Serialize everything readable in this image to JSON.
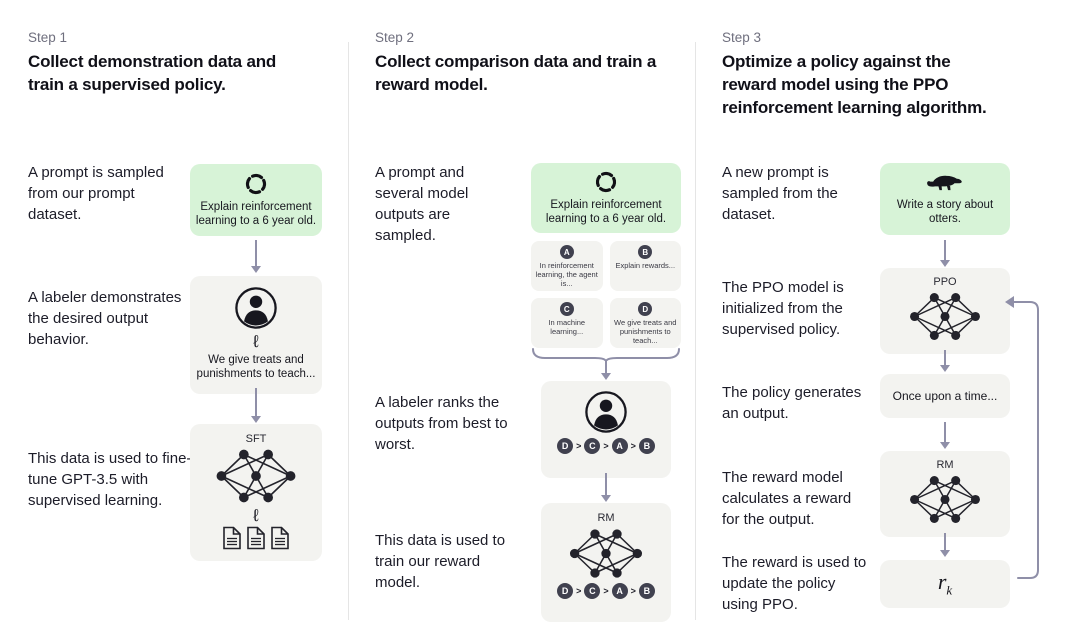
{
  "palette": {
    "green_box": "#d7f3d7",
    "gray_box": "#f3f3f0",
    "badge": "#40414f",
    "arrow": "#8f8fa8",
    "divider": "#e5e5e5",
    "step_label": "#6f6f7e",
    "text": "#1b1b26"
  },
  "icons": {
    "pen_glyph": "ℓ",
    "rank_separator": ">"
  },
  "step1": {
    "label": "Step 1",
    "title": "Collect demonstration data and train a supervised policy.",
    "texts": {
      "prompt": "A prompt is sampled from our prompt dataset.",
      "labeler": "A labeler demonstrates the desired output behavior.",
      "data": "This data is used to fine-tune GPT-3.5 with supervised learning."
    },
    "prompt_box": {
      "text": "Explain reinforcement learning to a 6 year old."
    },
    "labeler_box": {
      "text": "We give treats and punishments to teach..."
    },
    "model_box": {
      "label": "SFT"
    }
  },
  "step2": {
    "label": "Step 2",
    "title": "Collect comparison data and train a reward model.",
    "texts": {
      "prompt": "A prompt and several model outputs are sampled.",
      "labeler": "A labeler ranks the outputs from best to worst.",
      "data": "This data is used to train our reward model."
    },
    "prompt_box": {
      "text": "Explain reinforcement learning to a 6 year old."
    },
    "outputs": [
      {
        "letter": "A",
        "text": "In reinforcement learning, the agent is..."
      },
      {
        "letter": "B",
        "text": "Explain rewards..."
      },
      {
        "letter": "C",
        "text": "In machine learning..."
      },
      {
        "letter": "D",
        "text": "We give treats and punishments to teach..."
      }
    ],
    "ranking": [
      "D",
      "C",
      "A",
      "B"
    ],
    "model_box": {
      "label": "RM"
    }
  },
  "step3": {
    "label": "Step 3",
    "title": "Optimize a policy against the reward model using the PPO reinforcement learning algorithm.",
    "texts": {
      "prompt": "A new prompt is sampled from the dataset.",
      "init": "The PPO model is initialized from the supervised policy.",
      "output": "The policy generates an output.",
      "reward": "The reward model calculates a reward for the output.",
      "update": "The reward is used to update the policy using PPO."
    },
    "prompt_box": {
      "text": "Write a story about otters."
    },
    "ppo_box": {
      "label": "PPO"
    },
    "output_box": {
      "text": "Once upon a time..."
    },
    "rm_box": {
      "label": "RM"
    },
    "reward_box": {
      "symbol": "r",
      "subscript": "k"
    }
  }
}
